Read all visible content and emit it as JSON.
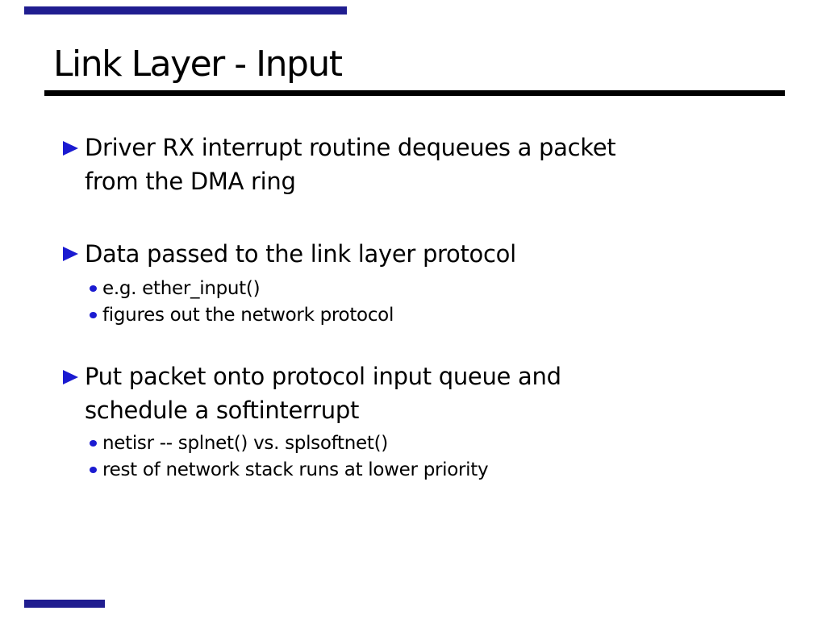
{
  "slide": {
    "title": "Link Layer - Input",
    "bullets": [
      {
        "lines": [
          "Driver RX interrupt routine dequeues a packet",
          "from the DMA ring"
        ],
        "subs": []
      },
      {
        "lines": [
          "Data passed to the link layer protocol"
        ],
        "subs": [
          "e.g. ether_input()",
          "figures out the network protocol"
        ]
      },
      {
        "lines": [
          "Put packet onto protocol input queue and",
          "schedule a softinterrupt"
        ],
        "subs": [
          "netisr -- splnet() vs. splsoftnet()",
          "rest of network stack runs at lower priority"
        ]
      }
    ],
    "colors": {
      "bullet_blue": "#1b1bd1",
      "accent_bar_navy": "#201d90",
      "text": "#000000",
      "background": "#ffffff"
    }
  }
}
